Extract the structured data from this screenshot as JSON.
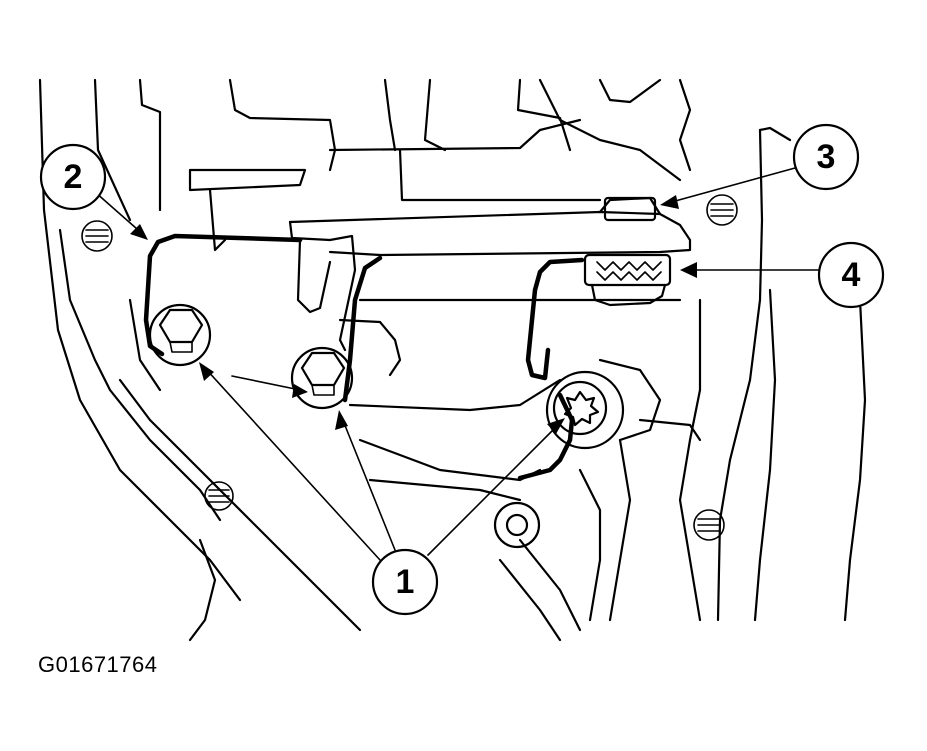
{
  "figure": {
    "id_label": "G01671764"
  },
  "callouts": [
    {
      "label": "1"
    },
    {
      "label": "2"
    },
    {
      "label": "3"
    },
    {
      "label": "4"
    }
  ],
  "colors": {
    "ink": "#000000",
    "paper": "#ffffff"
  }
}
